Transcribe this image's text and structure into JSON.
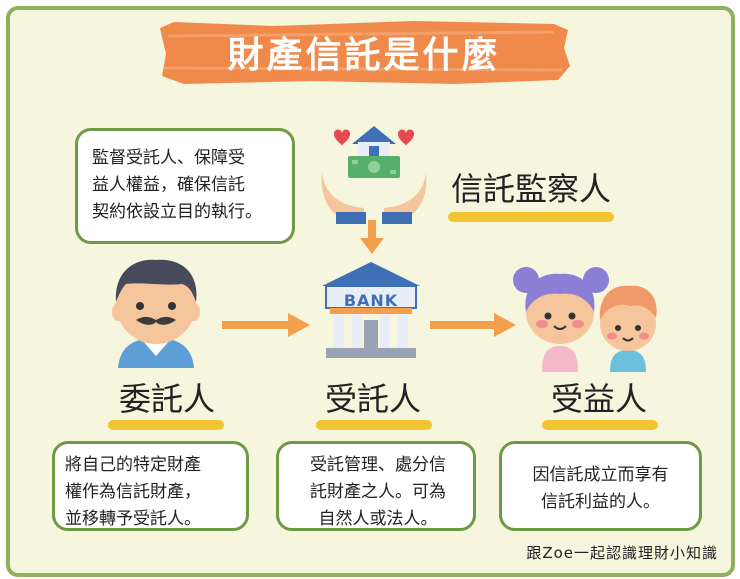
{
  "title": "財產信託是什麼",
  "supervisor": {
    "label": "信託監察人",
    "description": [
      "監督受託人、保障受",
      "益人權益，確保信託",
      "契約依設立目的執行。"
    ]
  },
  "settlor": {
    "label": "委託人",
    "description": [
      "將自己的特定財產",
      "權作為信託財產，",
      "並移轉予受託人。"
    ]
  },
  "trustee": {
    "label": "受託人",
    "bank_sign": "BANK",
    "description": [
      "受託管理、處分信",
      "託財產之人。可為",
      "自然人或法人。"
    ]
  },
  "beneficiary": {
    "label": "受益人",
    "description": [
      "因信託成立而享有",
      "信託利益的人。"
    ]
  },
  "footer": "跟Zoe一起認識理財小知識",
  "colors": {
    "frame": "#8db25b",
    "background": "#f6f5de",
    "banner": "#f08a4b",
    "underline": "#f4c331",
    "arrow": "#f3a04c",
    "box_border": "#6f9a45"
  }
}
